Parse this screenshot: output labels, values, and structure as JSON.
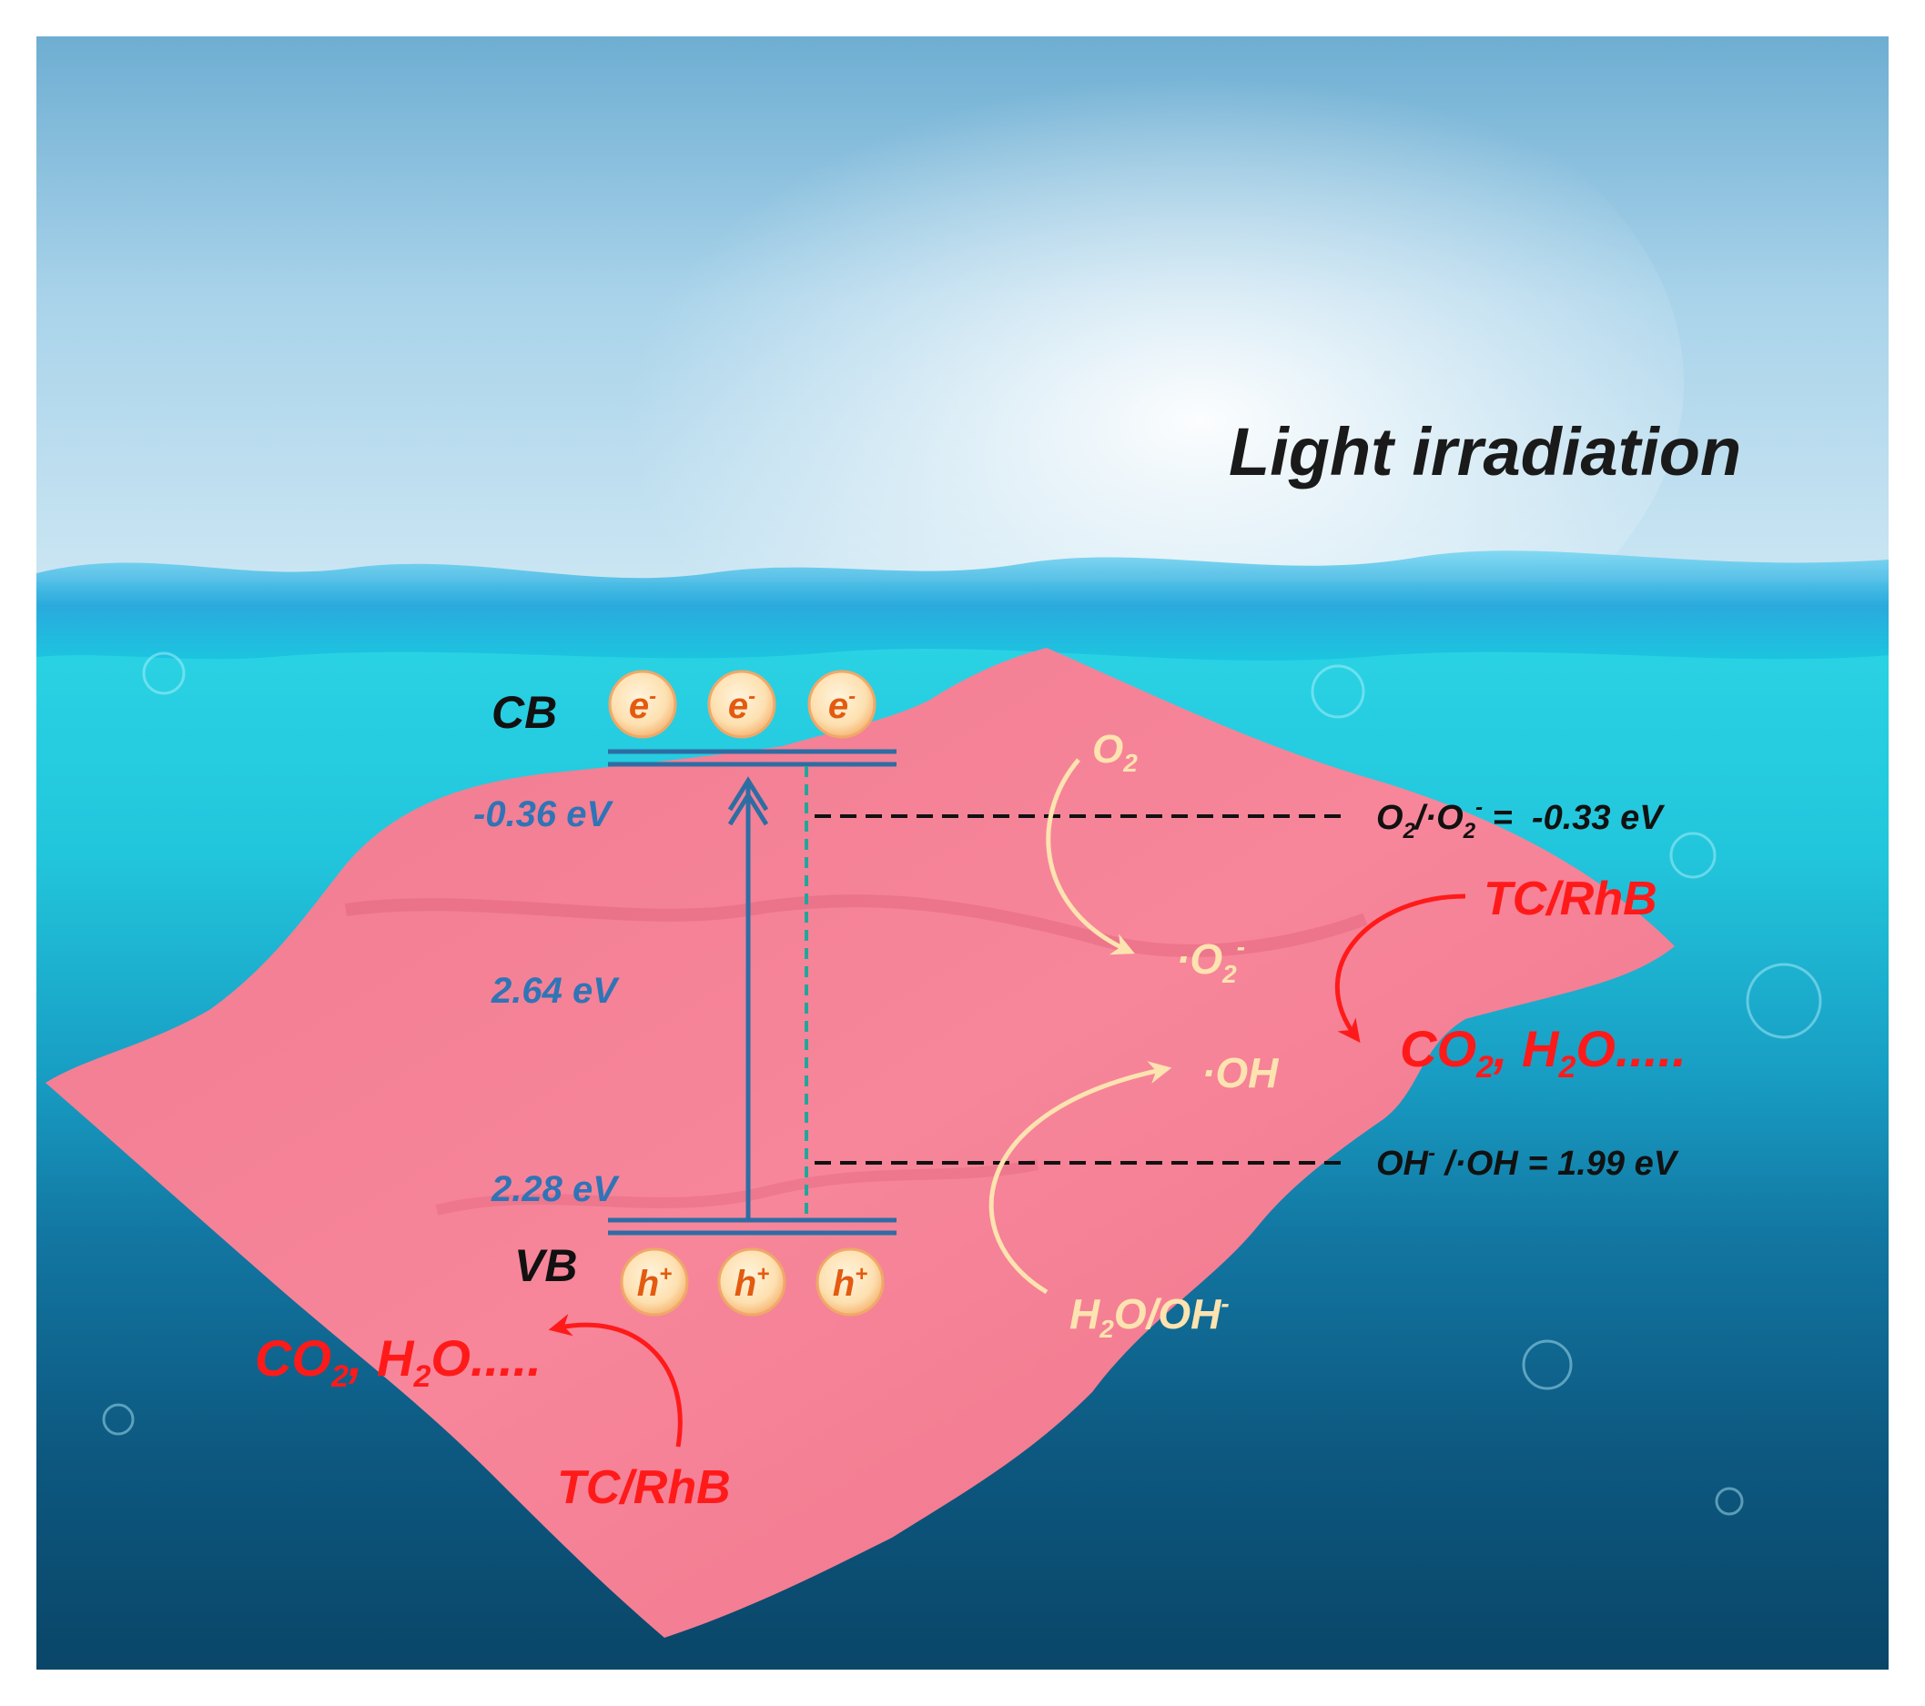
{
  "title": "Light irradiation",
  "bands": {
    "cb_label": "CB",
    "vb_label": "VB",
    "cb_potential": "-0.36 eV",
    "band_gap": "2.64 eV",
    "vb_potential": "2.28 eV"
  },
  "carriers": {
    "electron": {
      "base": "e",
      "sup": "-"
    },
    "hole": {
      "base": "h",
      "sup": "+"
    }
  },
  "reference_levels": {
    "o2_couple": {
      "p1": "O",
      "s1": "2",
      "p2": "/·O",
      "s2": "2",
      "sup": "-",
      "rest": " =  -0.33 eV"
    },
    "oh_couple": {
      "p1": "OH",
      "sup": "-",
      "rest": " /·OH = 1.99 eV"
    }
  },
  "species": {
    "o2": {
      "base": "O",
      "sub": "2"
    },
    "superoxide": {
      "base": "·O",
      "sub": "2",
      "sup": "-"
    },
    "hydroxyl": "·OH",
    "water": {
      "p1": "H",
      "sub": "2",
      "p2": "O/OH",
      "sup": "-"
    }
  },
  "pollutant_right": "TC/RhB",
  "pollutant_left": "TC/RhB",
  "products": {
    "p1": "CO",
    "sub1": "2",
    "p2": ", H",
    "sub2": "2",
    "p3": "O....."
  },
  "colors": {
    "band_blue": "#2e6da4",
    "label_blue": "#2f74b6",
    "species_cream": "#fde3b0",
    "pollutant_red": "#ff1a1a",
    "sheet_pink": "#f7869a",
    "carrier_orange": "#e35a10"
  }
}
